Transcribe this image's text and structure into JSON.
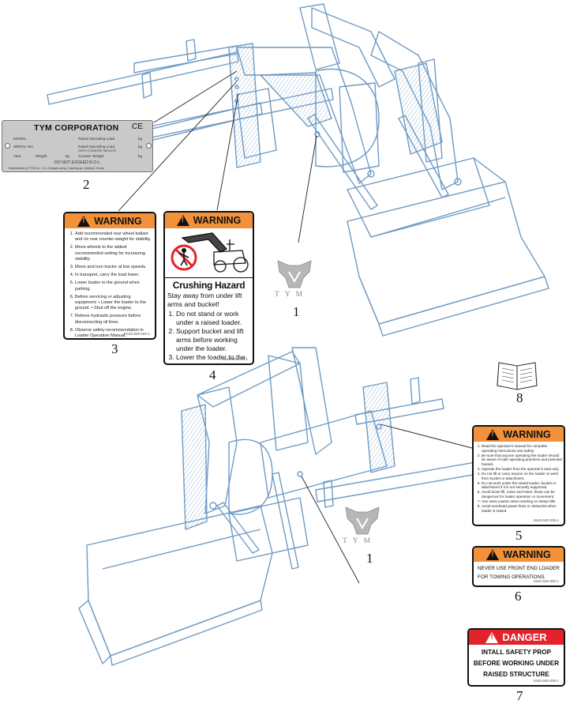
{
  "callouts": {
    "n1a": "1",
    "n1b": "1",
    "n2": "2",
    "n3": "3",
    "n4": "4",
    "n5": "5",
    "n6": "6",
    "n7": "7",
    "n8": "8"
  },
  "logo_text": "TYM",
  "nameplate": {
    "title": "TYM CORPORATION",
    "ce_mark": "CE",
    "model": "MODEL",
    "serial": "SERIAL NO.",
    "year": "Year",
    "weight": "Weight",
    "unit_kg": "kg",
    "rated_load": "Rated Operating Load",
    "rated_load_sub": "(WITH COUNTER WEIGHT)",
    "counter_weight": "Counter Weight",
    "warning_line": "DO NOT EXCEED R.O.L",
    "footer": "Manufacturer of TYM Co., 2-ro Yongsan-dong, Yuseong-gu, Daejeon, Korea"
  },
  "decal3": {
    "header": "WARNING",
    "items": [
      "Add recommended rear wheel ballast and /or rear counter-weight for stability.",
      "Move wheels to the widest recommended setting for increasing stability.",
      "Move and turn tractor at low speeds.",
      "In transport, carry the load lower.",
      "Lower loader to the ground when parking.",
      "Before servicing or adjusting equipment: • Lower the loader to the ground. • Shut off the engine.",
      "Relieve hydraulic pressure before disconnecting oil lines.",
      "Observe safety recommendation in Loader Operation Manual."
    ],
    "code": "FG40-500-006-1"
  },
  "decal4": {
    "header": "WARNING",
    "title": "Crushing Hazard",
    "intro": "Stay away from under lift arms and bucket!",
    "items": [
      "Do not stand or work under a raised loader.",
      "Support bucket and lift arms before working under the loader.",
      "Lower the loader to the ground before leaving seat."
    ],
    "code": "6540-500-004-1"
  },
  "decal5": {
    "header": "WARNING",
    "items": [
      "Read the operator's manual for complete operating instructions and safety.",
      "Be sure that anyone operating the loader should be aware of safe operating practices and potential hazard.",
      "Operate the loader from the operator's seat only.",
      "Do not lift or carry anyone on the loader or work from bucket or attachment.",
      "Do not work under the raised loader, bucket or attachment if it is not securely supported.",
      "Avoid loose fill, rocks and holes; these can be dangerous for loader operation or movement.",
      "Use extra caution when working on steep hills.",
      "Avoid overhead power lines or obstacles when loader is raised."
    ],
    "code": "6540-500-005-1"
  },
  "decal6": {
    "header": "WARNING",
    "text": "NEVER  USE FRONT END LOADER FOR TOWING OPERATIONS.",
    "code": "6540-500-006-1"
  },
  "decal7": {
    "header": "DANGER",
    "text": "INTALL SAFETY PROP BEFORE WORKING UNDER RAISED STRUCTURE",
    "code": "6540-500-009-1"
  },
  "colors": {
    "warning_orange": "#f2913a",
    "danger_red": "#e3232b",
    "loader_line": "#6f9bc4",
    "plate_gray": "#c9c9c9"
  }
}
